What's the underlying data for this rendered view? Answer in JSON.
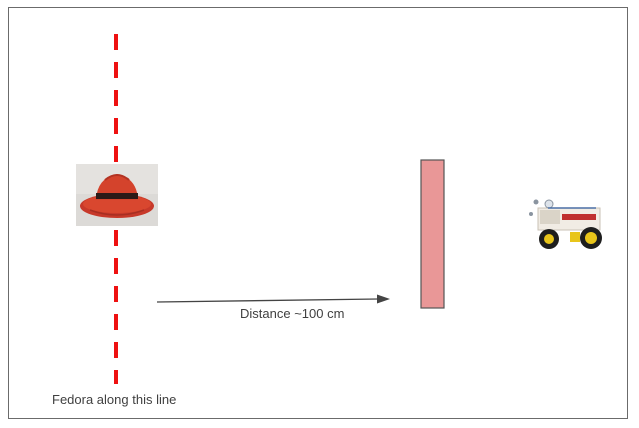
{
  "labels": {
    "distance": "Distance ~100 cm",
    "fedora_line": "Fedora along this line"
  },
  "colors": {
    "dashed_line": "#ee1111",
    "barrier_fill": "#e99797",
    "barrier_stroke": "#555555",
    "arrow": "#444444",
    "frame": "#6b6b6b",
    "hat_red": "#d9472f",
    "hat_band": "#2b1a17",
    "robot_wheel": "#e8c51a"
  },
  "icons": {
    "fedora": "red-fedora-hat-image",
    "robot": "robot-car-image"
  }
}
